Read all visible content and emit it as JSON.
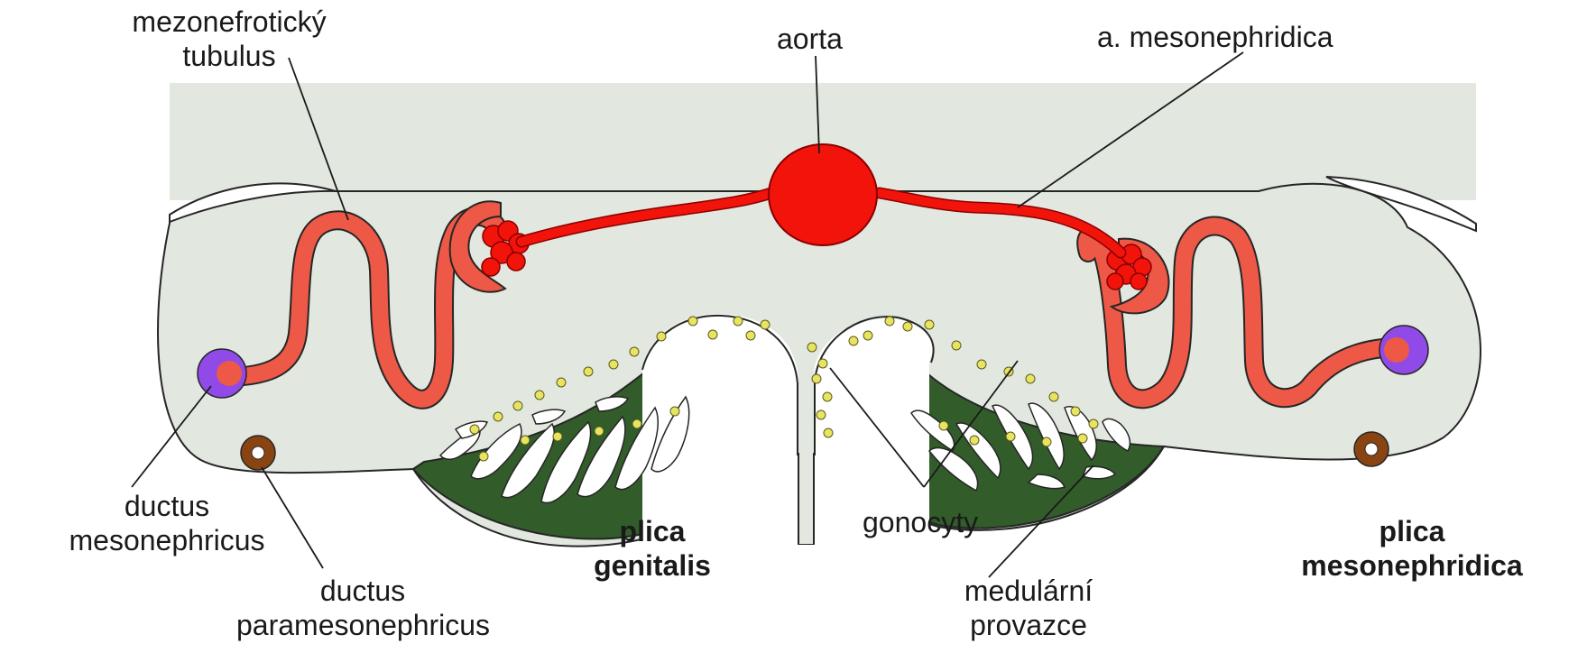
{
  "colors": {
    "tissue": "#e2e8e0",
    "outline": "#262626",
    "artery": "#f2130b",
    "tubule": "#ee5846",
    "duct_mesonephricus": "#8f4ae8",
    "duct_paramesonephricus": "#8a4412",
    "gonad": "#325c2a",
    "gonocyte": "#e8e460",
    "cord_space": "#ffffff"
  },
  "labels": {
    "mezonefroticky": [
      "mezonefrotický",
      "tubulus"
    ],
    "aorta": "aorta",
    "a_mesonephridica": "a. mesonephridica",
    "ductus_mesonephricus": [
      "ductus",
      "mesonephricus"
    ],
    "ductus_paramesonephricus": [
      "ductus",
      "paramesonephricus"
    ],
    "plica_genitalis": [
      "plica",
      "genitalis"
    ],
    "gonocyty": "gonocyty",
    "medularni": [
      "medulární",
      "provazce"
    ],
    "plica_mesonephridica": [
      "plica",
      "mesonephridica"
    ]
  }
}
